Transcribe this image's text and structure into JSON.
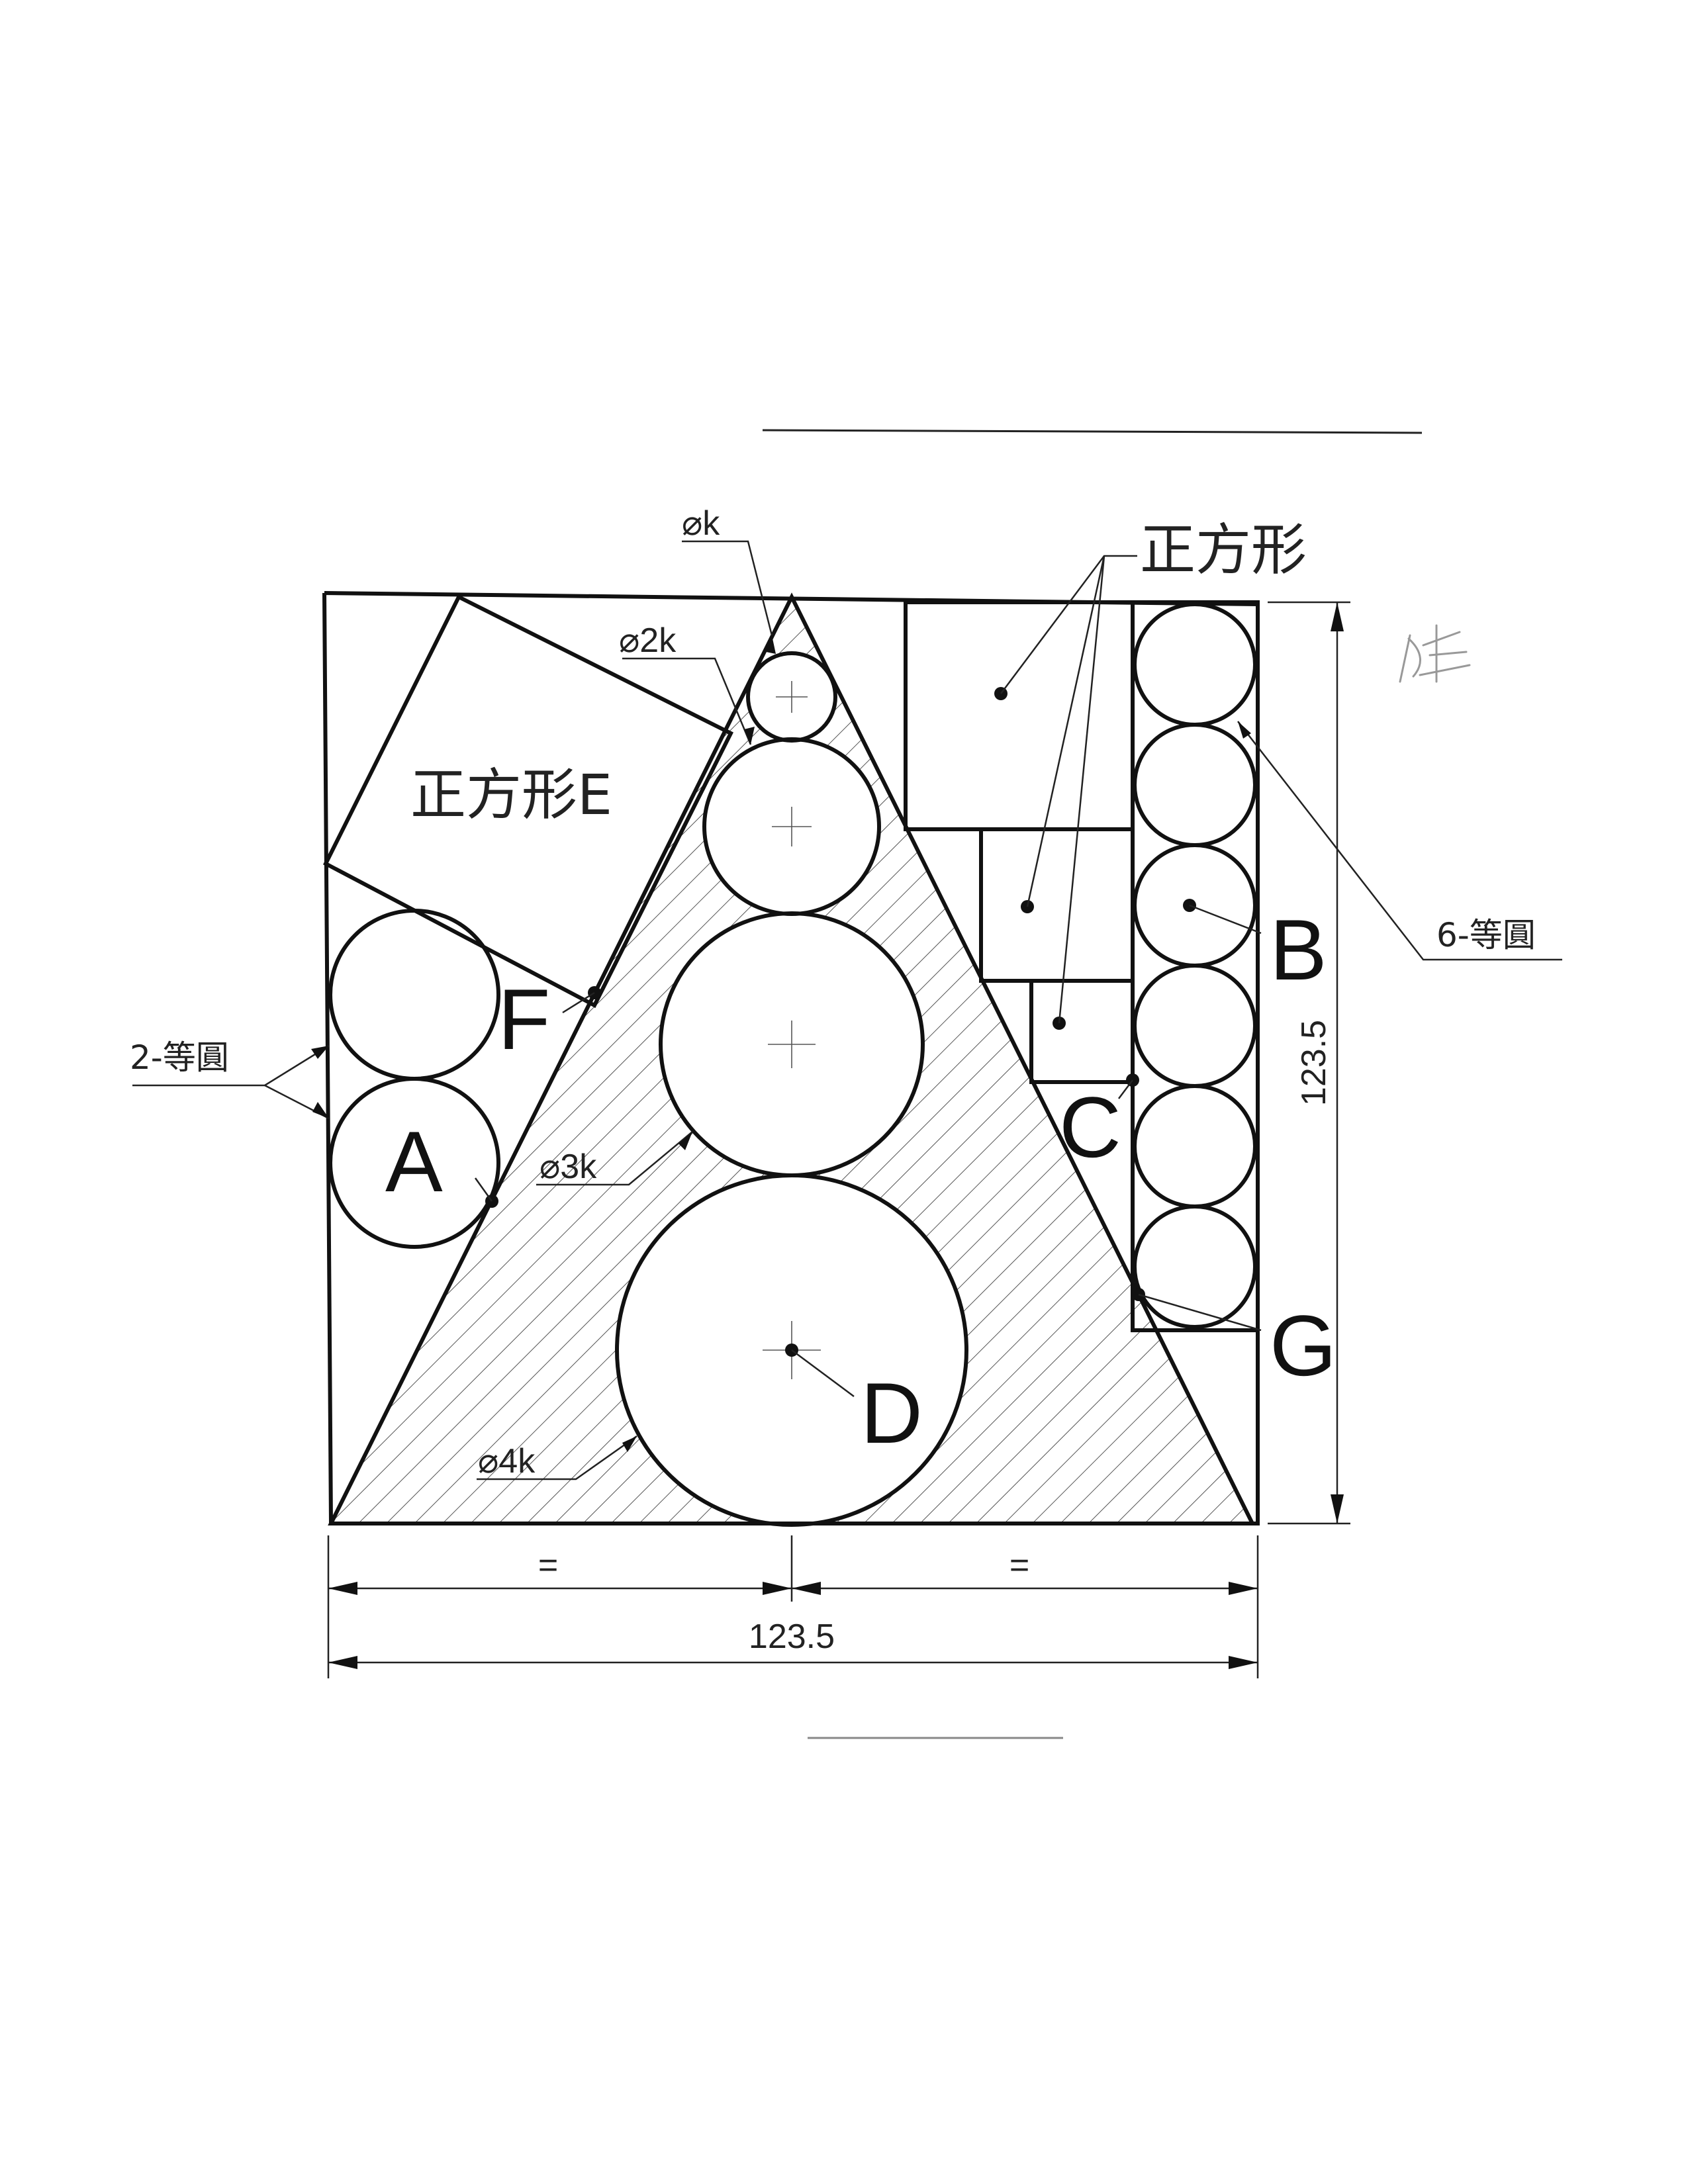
{
  "drawing": {
    "width_label": "123.5",
    "height_label": "123.5",
    "equal_sign_left": "=",
    "equal_sign_right": "=",
    "square_label_top": "正方形",
    "square_E_label": "正方形E",
    "two_equal_circles": "2-等圓",
    "six_equal_circles": "6-等圓",
    "diam_k": "⌀k",
    "diam_2k": "⌀2k",
    "diam_3k": "⌀3k",
    "diam_4k": "⌀4k",
    "point_A": "A",
    "point_B": "B",
    "point_C": "C",
    "point_D": "D",
    "point_F": "F",
    "point_G": "G",
    "signature": "hand-drawn mark"
  },
  "colors": {
    "ink": "#111111",
    "paper": "#ffffff",
    "hatch": "#555555"
  }
}
